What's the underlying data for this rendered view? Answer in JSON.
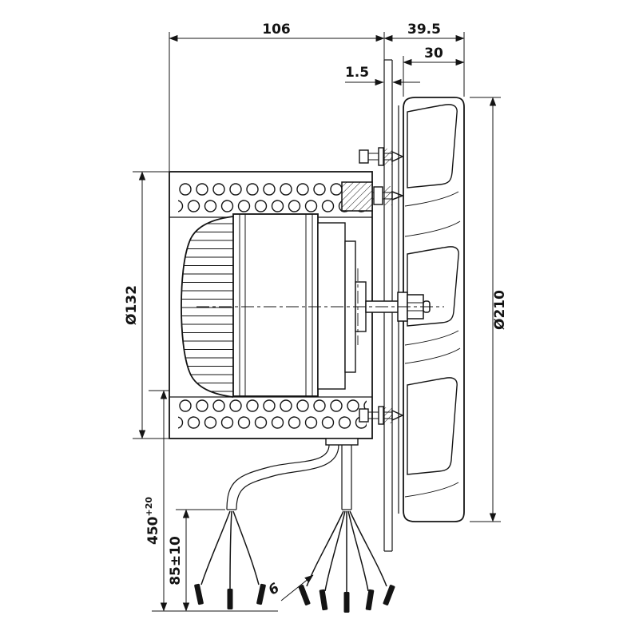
{
  "drawing": {
    "dim_depth_total": "106",
    "dim_fan_offset": "39.5",
    "dim_fan_width": "30",
    "dim_plate_thickness": "1.5",
    "dim_motor_diameter": "Ø132",
    "dim_impeller_diameter": "Ø210",
    "dim_cable_length": "450",
    "dim_cable_length_tol": "+20",
    "dim_lead_length": "85±10",
    "dim_lead_count": "6"
  },
  "colors": {
    "ink": "#141414",
    "background": "#ffffff"
  }
}
